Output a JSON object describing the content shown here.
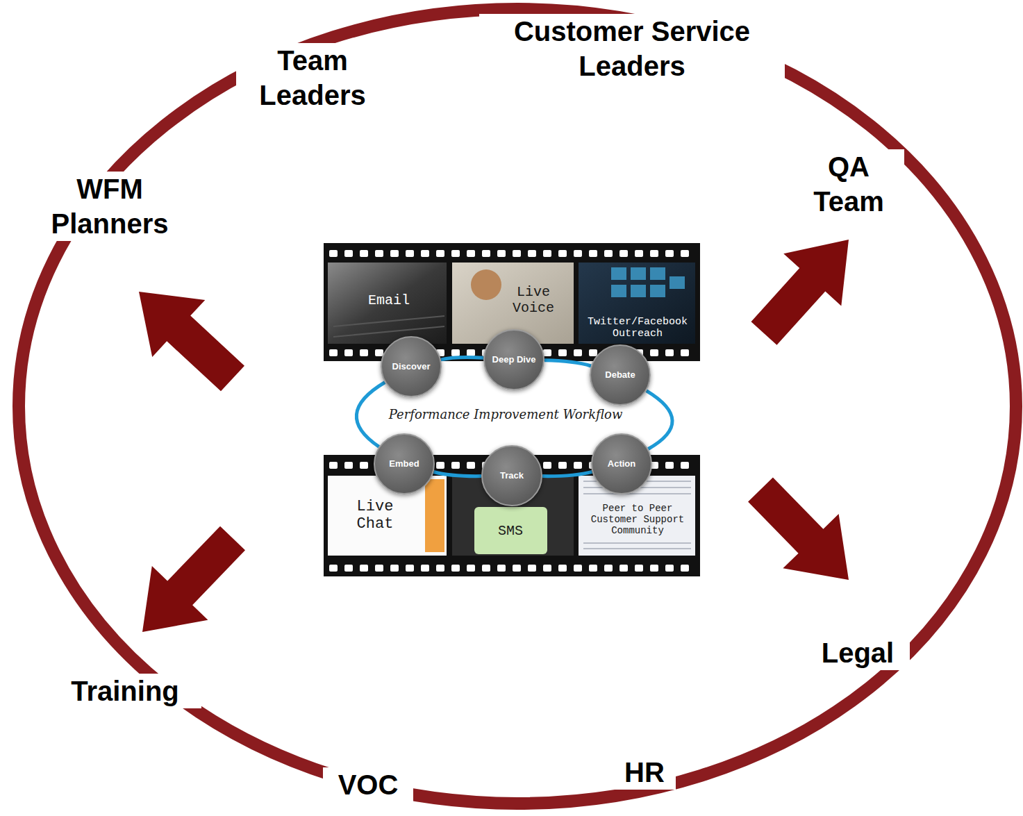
{
  "diagram": {
    "nodes": [
      {
        "text": [
          "Discover"
        ]
      },
      {
        "text": [
          "Deep Dive"
        ]
      },
      {
        "text": [
          "Debate"
        ]
      },
      {
        "text": [
          "Embed"
        ]
      },
      {
        "text": [
          "Track"
        ]
      },
      {
        "text": [
          "Action"
        ]
      }
    ],
    "edges": [
      {
        "from": 0,
        "to": 1,
        "arrow": "none"
      },
      {
        "from": 1,
        "to": 2,
        "arrow": "none"
      },
      {
        "from": 2,
        "to": 5,
        "arrow": "none"
      },
      {
        "from": 5,
        "to": 4,
        "arrow": "none"
      },
      {
        "from": 4,
        "to": 3,
        "arrow": "none"
      },
      {
        "from": 3,
        "to": 0,
        "arrow": "none"
      }
    ],
    "labels": [
      "Customer Service Leaders",
      "Team Leaders",
      "WFM Planners",
      "QA Team",
      "Email",
      "Live Voice",
      "Twitter/Facebook Outreach",
      "Performance Improvement Workflow",
      "Live Chat",
      "SMS",
      "Peer to Peer Customer Support Community",
      "Legal",
      "Training",
      "HR",
      "VOC"
    ]
  }
}
